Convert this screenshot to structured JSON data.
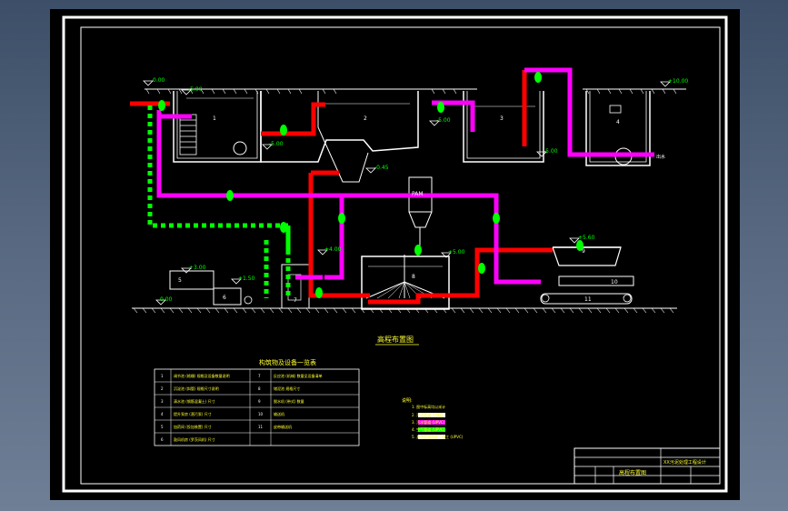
{
  "colors": {
    "sludge_line": "#ff0000",
    "water_line": "#ff00ff",
    "air_line": "#00ff00",
    "tank_wall": "#ffffff",
    "cad_background": "#000000"
  },
  "elevations": {
    "e1": "0.00",
    "e2": "-5.00",
    "e3": "-5.00",
    "e4": "-5.00",
    "e5": "-0.45",
    "e6": "-5.00",
    "e7": "+10.00",
    "e8": "+4.00",
    "e9": "+5.00",
    "e10": "+5.60",
    "e11": "+3.00",
    "e12": "+1.50",
    "e13": "0.00"
  },
  "units": {
    "u1": "1",
    "u2": "2",
    "u3": "3",
    "u4": "4",
    "u5": "5",
    "u6": "6",
    "u7": "7",
    "u8": "8",
    "u9": "9",
    "u10": "10",
    "u11": "11"
  },
  "labels": {
    "pam": "PAM",
    "drawing_title": "高程布置图",
    "table_title": "构筑物及设备一览表",
    "legend_title": "说明:",
    "cover_note": "出水",
    "title_block_name": "高程布置图",
    "title_block_company": "XX污泥处理工程设计"
  },
  "table": {
    "rows": [
      {
        "no": "1",
        "desc": "调节池 (格栅) 规格及设备数量说明",
        "no2": "7",
        "desc2": "反应池 (机械) 数量见设备清单"
      },
      {
        "no": "2",
        "desc": "沉淀池 (斜管) 规格尺寸说明",
        "no2": "8",
        "desc2": "储泥池 规格尺寸"
      },
      {
        "no": "3",
        "desc": "清水池 (钢筋混凝土) 尺寸",
        "no2": "9",
        "desc2": "脱水机 (带式) 数量"
      },
      {
        "no": "4",
        "desc": "提升泵房 (潜污泵) 尺寸",
        "no2": "10",
        "desc2": "输送机"
      },
      {
        "no": "5",
        "desc": "加药间 (投加装置) 尺寸",
        "no2": "11",
        "desc2": "皮带输送机"
      },
      {
        "no": "6",
        "desc": "鼓风机房 (罗茨风机) 尺寸",
        "no2": "",
        "desc2": ""
      }
    ]
  },
  "legend": {
    "items": [
      {
        "text": "1. 图中标高均以米计"
      },
      {
        "text": "2. 污泥管道 为钢管"
      },
      {
        "text": "3. 污水管道 (UPVC)"
      },
      {
        "text": "4. 空气管道 (UPVC)"
      },
      {
        "text": "5. 其余管道按图示施工 (UPVC)"
      }
    ]
  }
}
